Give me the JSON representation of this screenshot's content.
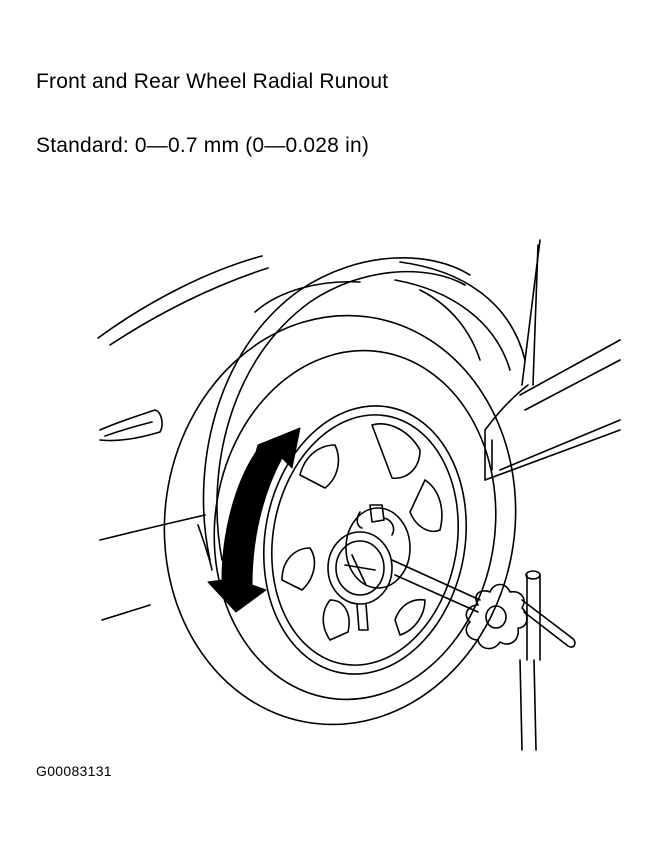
{
  "heading": {
    "title": "Front and Rear Wheel Radial Runout",
    "standard": "Standard: 0—0.7 mm (0—0.028 in)"
  },
  "figure": {
    "id": "G00083131",
    "line_color": "#000000",
    "background": "#ffffff"
  }
}
